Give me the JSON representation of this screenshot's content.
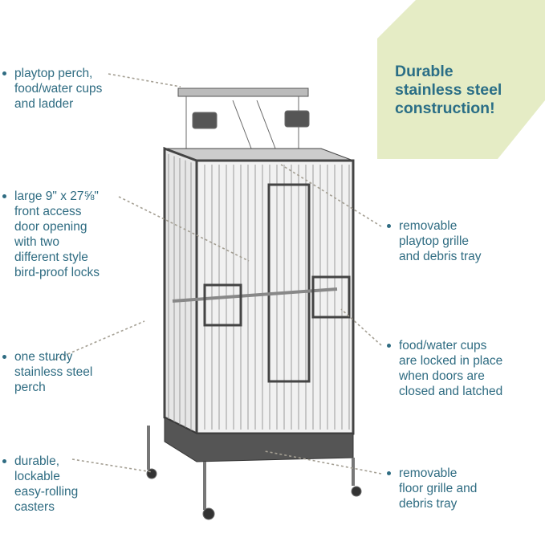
{
  "headline": [
    "Durable",
    "stainless steel",
    "construction!"
  ],
  "colors": {
    "text": "#2f6c82",
    "banner": "#e5ecc5",
    "leader": "#a49f93"
  },
  "callouts_left": [
    {
      "lines": [
        "playtop perch,",
        "food/water cups",
        "and ladder"
      ]
    },
    {
      "lines": [
        "large 9\" x 27⅝\"",
        "front access",
        "door opening",
        "with two",
        "different style",
        "bird-proof locks"
      ]
    },
    {
      "lines": [
        "one sturdy",
        "stainless steel",
        "perch"
      ]
    },
    {
      "lines": [
        "durable,",
        "lockable",
        "easy-rolling",
        "casters"
      ]
    }
  ],
  "callouts_right": [
    {
      "lines": [
        "removable",
        "playtop grille",
        "and debris tray"
      ]
    },
    {
      "lines": [
        "food/water cups",
        "are locked in place",
        "when doors are",
        "closed and latched"
      ]
    },
    {
      "lines": [
        "removable",
        "floor grille and",
        "debris tray"
      ]
    }
  ]
}
